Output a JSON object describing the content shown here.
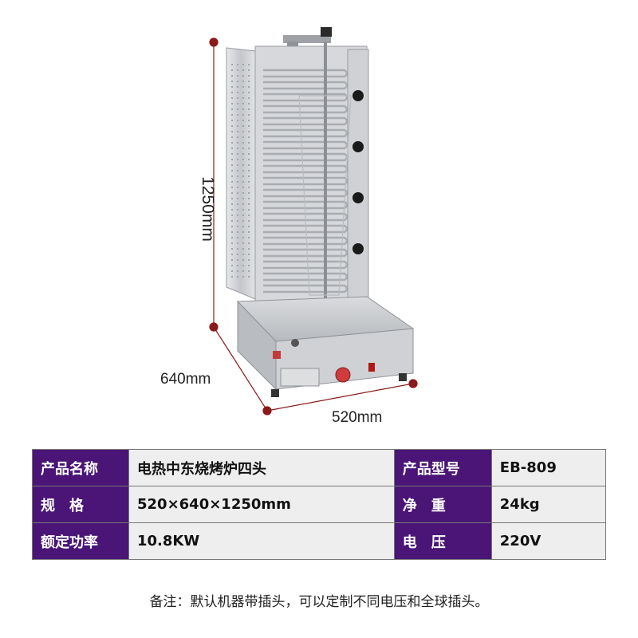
{
  "dimensions": {
    "height": "1250mm",
    "depth": "640mm",
    "width": "520mm"
  },
  "product": {
    "knob_count": 4,
    "colors": {
      "steel": "#c9cbce",
      "burner": "#a9acb0",
      "dimension_line": "#8a1a1a",
      "knob": "#1a1a1a",
      "red_knob": "#d23b3b"
    }
  },
  "specs": {
    "rows": [
      [
        {
          "label": "产品名称",
          "value": "电热中东烧烤炉四头"
        },
        {
          "label": "产品型号",
          "value": "EB-809"
        }
      ],
      [
        {
          "label": "规　格",
          "value": "520×640×1250mm"
        },
        {
          "label": "净　重",
          "value": "24kg"
        }
      ],
      [
        {
          "label": "额定功率",
          "value": "10.8KW"
        },
        {
          "label": "电　压",
          "value": "220V"
        }
      ]
    ],
    "colors": {
      "label_bg": "#4a1577",
      "value_bg": "#eeeeee"
    }
  },
  "note": "备注：默认机器带插头，可以定制不同电压和全球插头。"
}
